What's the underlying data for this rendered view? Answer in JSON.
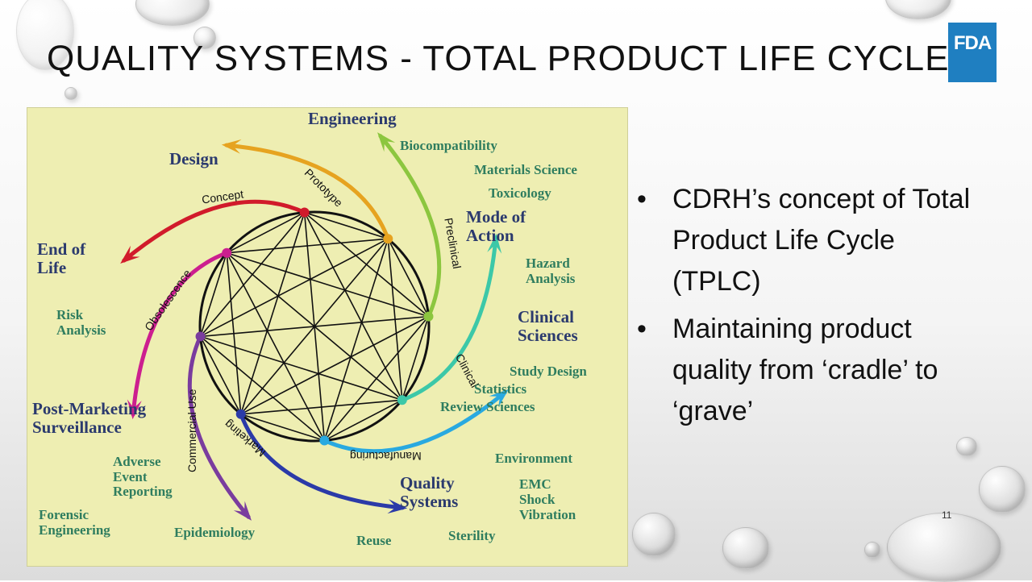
{
  "slide": {
    "title": "QUALITY SYSTEMS - TOTAL PRODUCT LIFE CYCLE",
    "logo": "FDA",
    "page_number": "11",
    "bullets": [
      "CDRH’s concept of Total Product Life Cycle (TPLC)",
      "Maintaining product quality from ‘cradle’ to ‘grave’"
    ],
    "bullet_glyph": "•"
  },
  "diagram": {
    "colors": {
      "background": "#eeeeb2",
      "concept": "#d11b2b",
      "prototype": "#e6a320",
      "preclinical": "#8cc63f",
      "clinical": "#3cc8a8",
      "manufacturing": "#29a9e0",
      "marketing": "#2b3aa8",
      "commercial_use": "#7a3c9e",
      "obsolescence": "#cc1f8f"
    },
    "arc_labels": {
      "concept": "Concept",
      "prototype": "Prototype",
      "preclinical": "Preclinical",
      "clinical": "Clinical",
      "manufacturing": "Manufacturing",
      "marketing": "Marketing",
      "commercial_use": "Commercial Use",
      "obsolescence": "Obsolescence"
    },
    "labels": {
      "engineering": "Engineering",
      "design": "Design",
      "biocompatibility": "Biocompatibility",
      "materials_science": "Materials Science",
      "toxicology": "Toxicology",
      "mode_of_action": "Mode of Action",
      "hazard_analysis": "Hazard Analysis",
      "clinical_sciences": "Clinical Sciences",
      "study_design": "Study Design",
      "statistics": "Statistics",
      "review_sciences": "Review Sciences",
      "environment": "Environment",
      "emc": "EMC",
      "shock": "Shock",
      "vibration": "Vibration",
      "quality_systems": "Quality Systems",
      "sterility": "Sterility",
      "reuse": "Reuse",
      "epidemiology": "Epidemiology",
      "forensic_engineering": "Forensic Engineering",
      "adverse_event_reporting": "Adverse Event Reporting",
      "post_marketing_surveillance": "Post-Marketing Surveillance",
      "risk_analysis": "Risk Analysis",
      "end_of_life": "End of Life"
    }
  }
}
